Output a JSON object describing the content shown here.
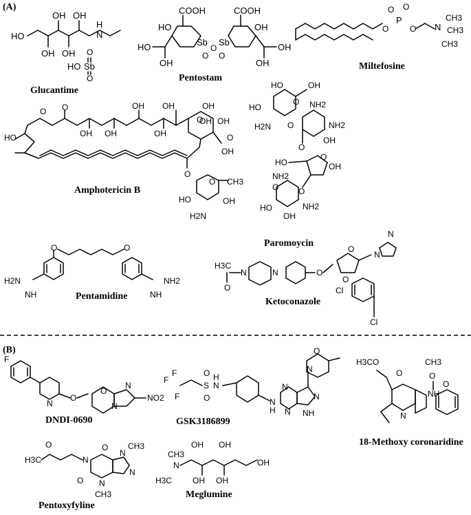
{
  "panels": {
    "a": {
      "label": "(A)"
    },
    "b": {
      "label": "(B)"
    }
  },
  "compounds": {
    "glucantime": "Glucantime",
    "pentostam": "Pentostam",
    "miltefosine": "Miltefosine",
    "amphotericin": "Amphotericin B",
    "paromomycin": "Paromoycin",
    "pentamidine": "Pentamidine",
    "ketoconazole": "Ketoconazole",
    "dndi": "DNDI-0690",
    "gsk": "GSK3186899",
    "methoxy": "18-Methoxy coronaridine",
    "pentoxyfyline": "Pentoxyfyline",
    "meglumine": "Meglumine"
  },
  "atoms": {
    "ho": "HO",
    "oh": "OH",
    "h": "H",
    "n": "N",
    "nh": "NH",
    "nh2": "NH2",
    "h2n": "H2N",
    "o": "O",
    "s": "S",
    "sb": "Sb",
    "p": "P",
    "f": "F",
    "cl": "Cl",
    "cooh": "COOH",
    "ch3": "CH3",
    "no2": "NO2",
    "h3c": "H3C",
    "h3co": "H3CO"
  },
  "colors": {
    "line": "#000000",
    "background": "#ffffff",
    "divider": "#000000"
  }
}
